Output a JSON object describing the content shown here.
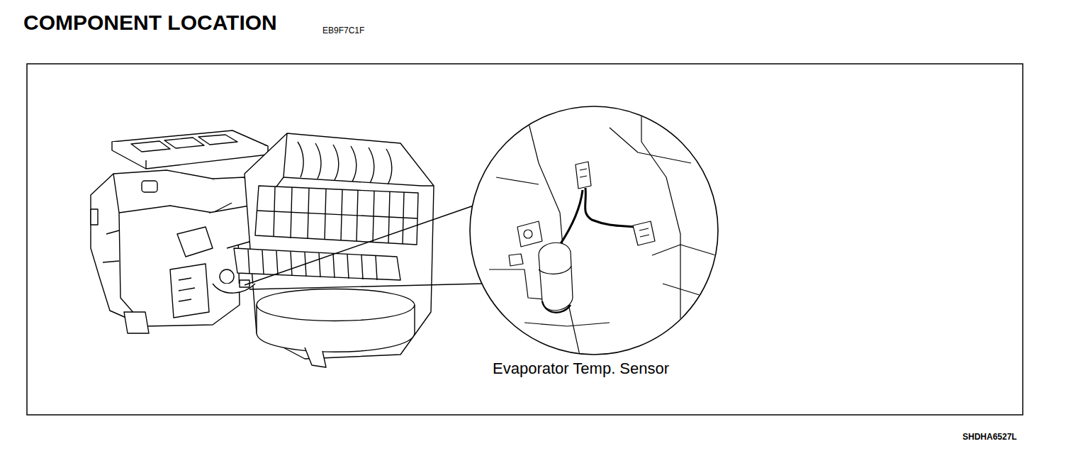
{
  "diagram": {
    "title": "COMPONENT LOCATION",
    "labels": [
      "EB9F7C1F",
      "Evaporator Temp. Sensor",
      "SHDHA6527L"
    ]
  }
}
